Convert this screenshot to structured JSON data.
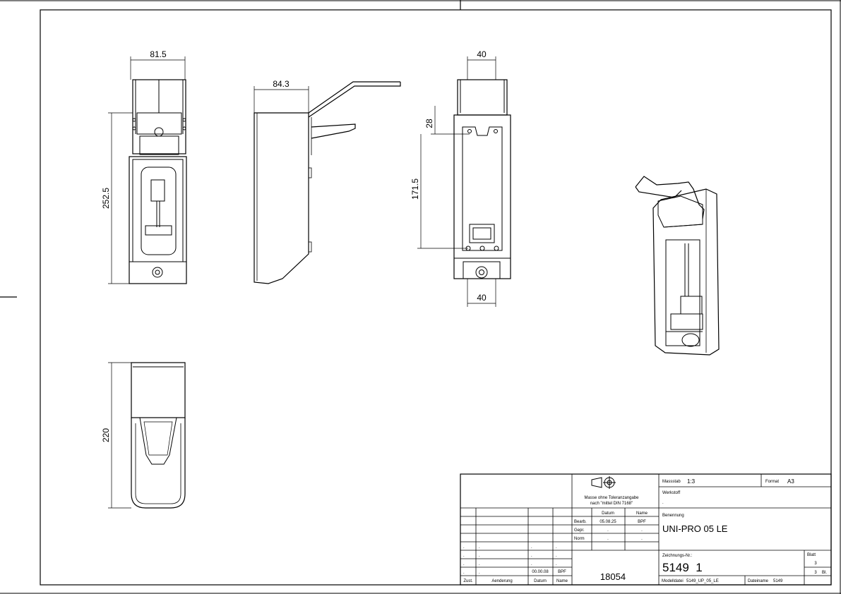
{
  "drawing": {
    "dimensions": {
      "width_front": "81.5",
      "width_side": "84.3",
      "height_front": "252.5",
      "width_back_top": "40",
      "hole_offset": "28",
      "hole_spacing": "171.5",
      "width_back_bottom": "40",
      "height_bottom_view": "220"
    }
  },
  "title_block": {
    "tolerance_note_line1": "Masse ohne Toleranzangabe",
    "tolerance_note_line2": "nach \"mittel DIN 7168\"",
    "scale_label": "Massstab",
    "scale_value": "1:3",
    "format_label": "Format",
    "format_value": "A3",
    "material_label": "Werkstoff",
    "material_value": ".",
    "title_label": "Benennung",
    "title_value": "UNI-PRO 05 LE",
    "drawing_no_label": "Zeichnungs-Nr.:",
    "drawing_no_value": "5149  1",
    "sheet_label": "Blatt",
    "sheet_value": "3",
    "sheet_total": "3",
    "sheet_total_unit": "Bl.",
    "model_file_label": "Modelldatei",
    "model_file_value": "5149_UP_05_LE",
    "file_name_label": "Dateiname",
    "file_name_value": "5149",
    "id_number": "18054",
    "date_header": "Datum",
    "name_header": "Name",
    "rows": [
      {
        "label": "Bearb.",
        "date": "05.08.25",
        "name": "BPF"
      },
      {
        "label": "Gepr.",
        "date": ".",
        "name": "."
      },
      {
        "label": "Norm",
        "date": ".",
        "name": "."
      }
    ],
    "revision_headers": {
      "zust": "Zust.",
      "change": "Aenderung",
      "date": "Datum",
      "name": "Name"
    },
    "revision_last": {
      "date": "00.00.08",
      "name": "BPF"
    },
    "dot": "."
  }
}
